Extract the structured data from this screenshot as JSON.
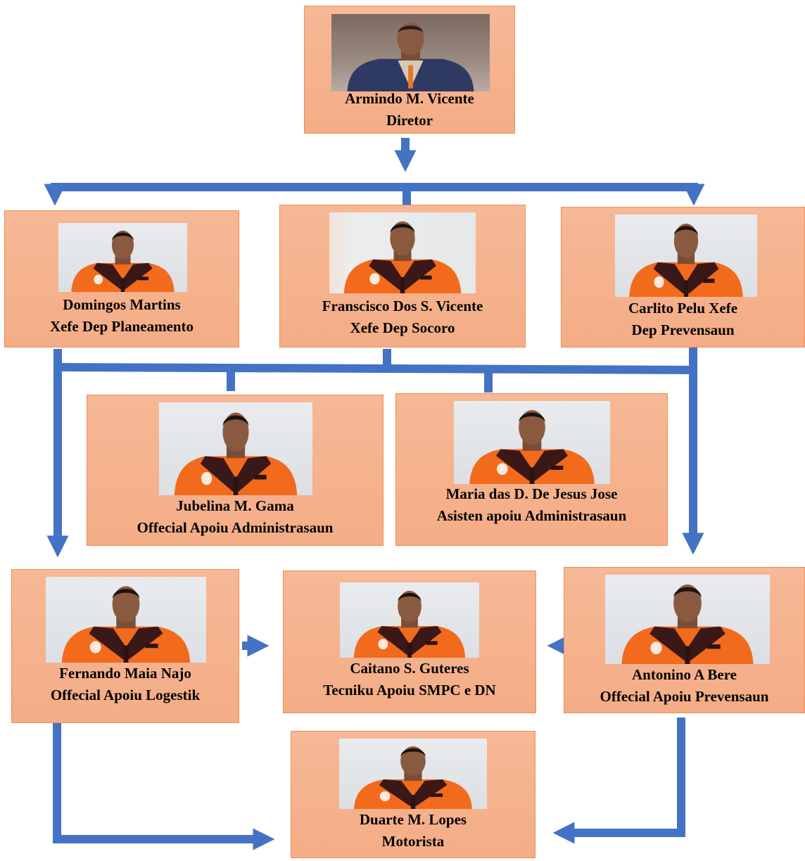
{
  "people": {
    "director": {
      "name": "Armindo M. Vicente",
      "role": "Diretor"
    },
    "planeamento": {
      "name": "Domingos Martins",
      "role": "Xefe Dep Planeamento"
    },
    "socoro": {
      "name": "Franscisco Dos S. Vicente",
      "role": "Xefe Dep Socoro"
    },
    "prevensaun": {
      "name": "Carlito Pelu Xefe",
      "role": "Dep Prevensaun"
    },
    "admin_official": {
      "name": "Jubelina M. Gama",
      "role": "Offecial Apoiu Administrasaun"
    },
    "admin_assistant": {
      "name": "Maria das D. De Jesus Jose",
      "role": "Asisten apoiu Administrasaun"
    },
    "logistics": {
      "name": "Fernando Maia Najo",
      "role": "Offecial Apoiu Logestik"
    },
    "technician": {
      "name": "Caitano S. Guteres",
      "role": "Tecniku Apoiu SMPC e DN"
    },
    "prevention_official": {
      "name": "Antonino A Bere",
      "role": "Offecial Apoiu Prevensaun"
    },
    "driver": {
      "name": "Duarte M. Lopes",
      "role": "Motorista"
    }
  },
  "colors": {
    "box_fill": "#f5b38f",
    "box_border": "#ef8d57",
    "connector": "#4472c4",
    "uniform": "#f26a1b"
  }
}
